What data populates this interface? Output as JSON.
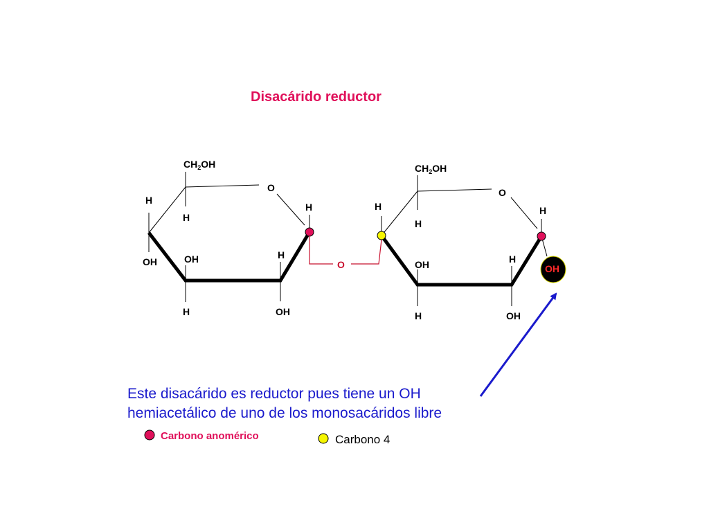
{
  "title": "Disacárido reductor",
  "colors": {
    "title": "#e0105a",
    "anomeric": "#e0105a",
    "carbon4": "#f5f500",
    "glycosidic_o": "#c8102e",
    "description": "#1a1acc",
    "arrow": "#1a1acc",
    "free_oh_fill": "#000000",
    "free_oh_text": "#ff2a2a"
  },
  "ring1": {
    "ch2oh": {
      "main": "CH",
      "sub": "2",
      "tail": "OH"
    },
    "ring_o": "O",
    "c1_h": "H",
    "c5_h": "H",
    "c4_h": "H",
    "c4_oh": "OH",
    "c3_oh": "OH",
    "c3_h": "H",
    "c2_h": "H",
    "c2_oh": "OH"
  },
  "glycosidic_o": "O",
  "ring2": {
    "ch2oh": {
      "main": "CH",
      "sub": "2",
      "tail": "OH"
    },
    "ring_o": "O",
    "c4_h": "H",
    "c5_h": "H",
    "c1_h": "H",
    "c1_oh": "OH",
    "c3_oh": "OH",
    "c3_h": "H",
    "c2_h": "H",
    "c2_oh": "OH"
  },
  "description": {
    "line1": "Este disacárido es reductor pues tiene un OH",
    "line2": "hemiacetálico de uno de los monosacáridos libre"
  },
  "legend": {
    "anomeric": "Carbono anomérico",
    "carbon4": "Carbono 4"
  }
}
